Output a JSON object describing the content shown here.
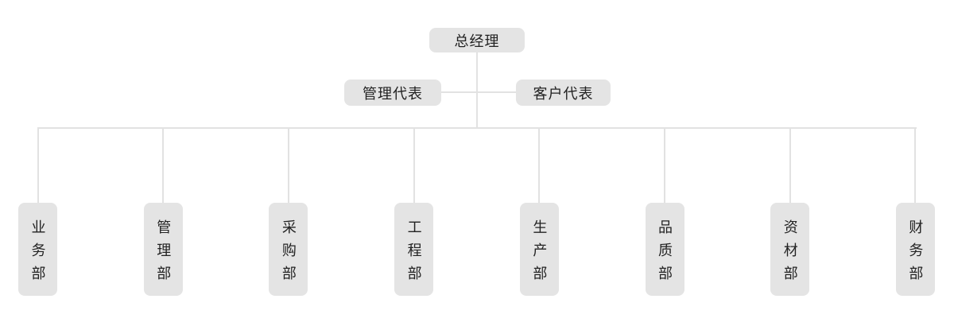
{
  "org": {
    "root": {
      "label": "总经理"
    },
    "representatives": [
      {
        "label": "管理代表"
      },
      {
        "label": "客户代表"
      }
    ],
    "departments": [
      {
        "label": "业务部"
      },
      {
        "label": "管理部"
      },
      {
        "label": "采购部"
      },
      {
        "label": "工程部"
      },
      {
        "label": "生产部"
      },
      {
        "label": "品质部"
      },
      {
        "label": "资材部"
      },
      {
        "label": "财务部"
      }
    ],
    "colors": {
      "node_bg": "#e4e4e4",
      "line": "#e2e2e2",
      "text": "#222222",
      "background": "#ffffff"
    }
  }
}
